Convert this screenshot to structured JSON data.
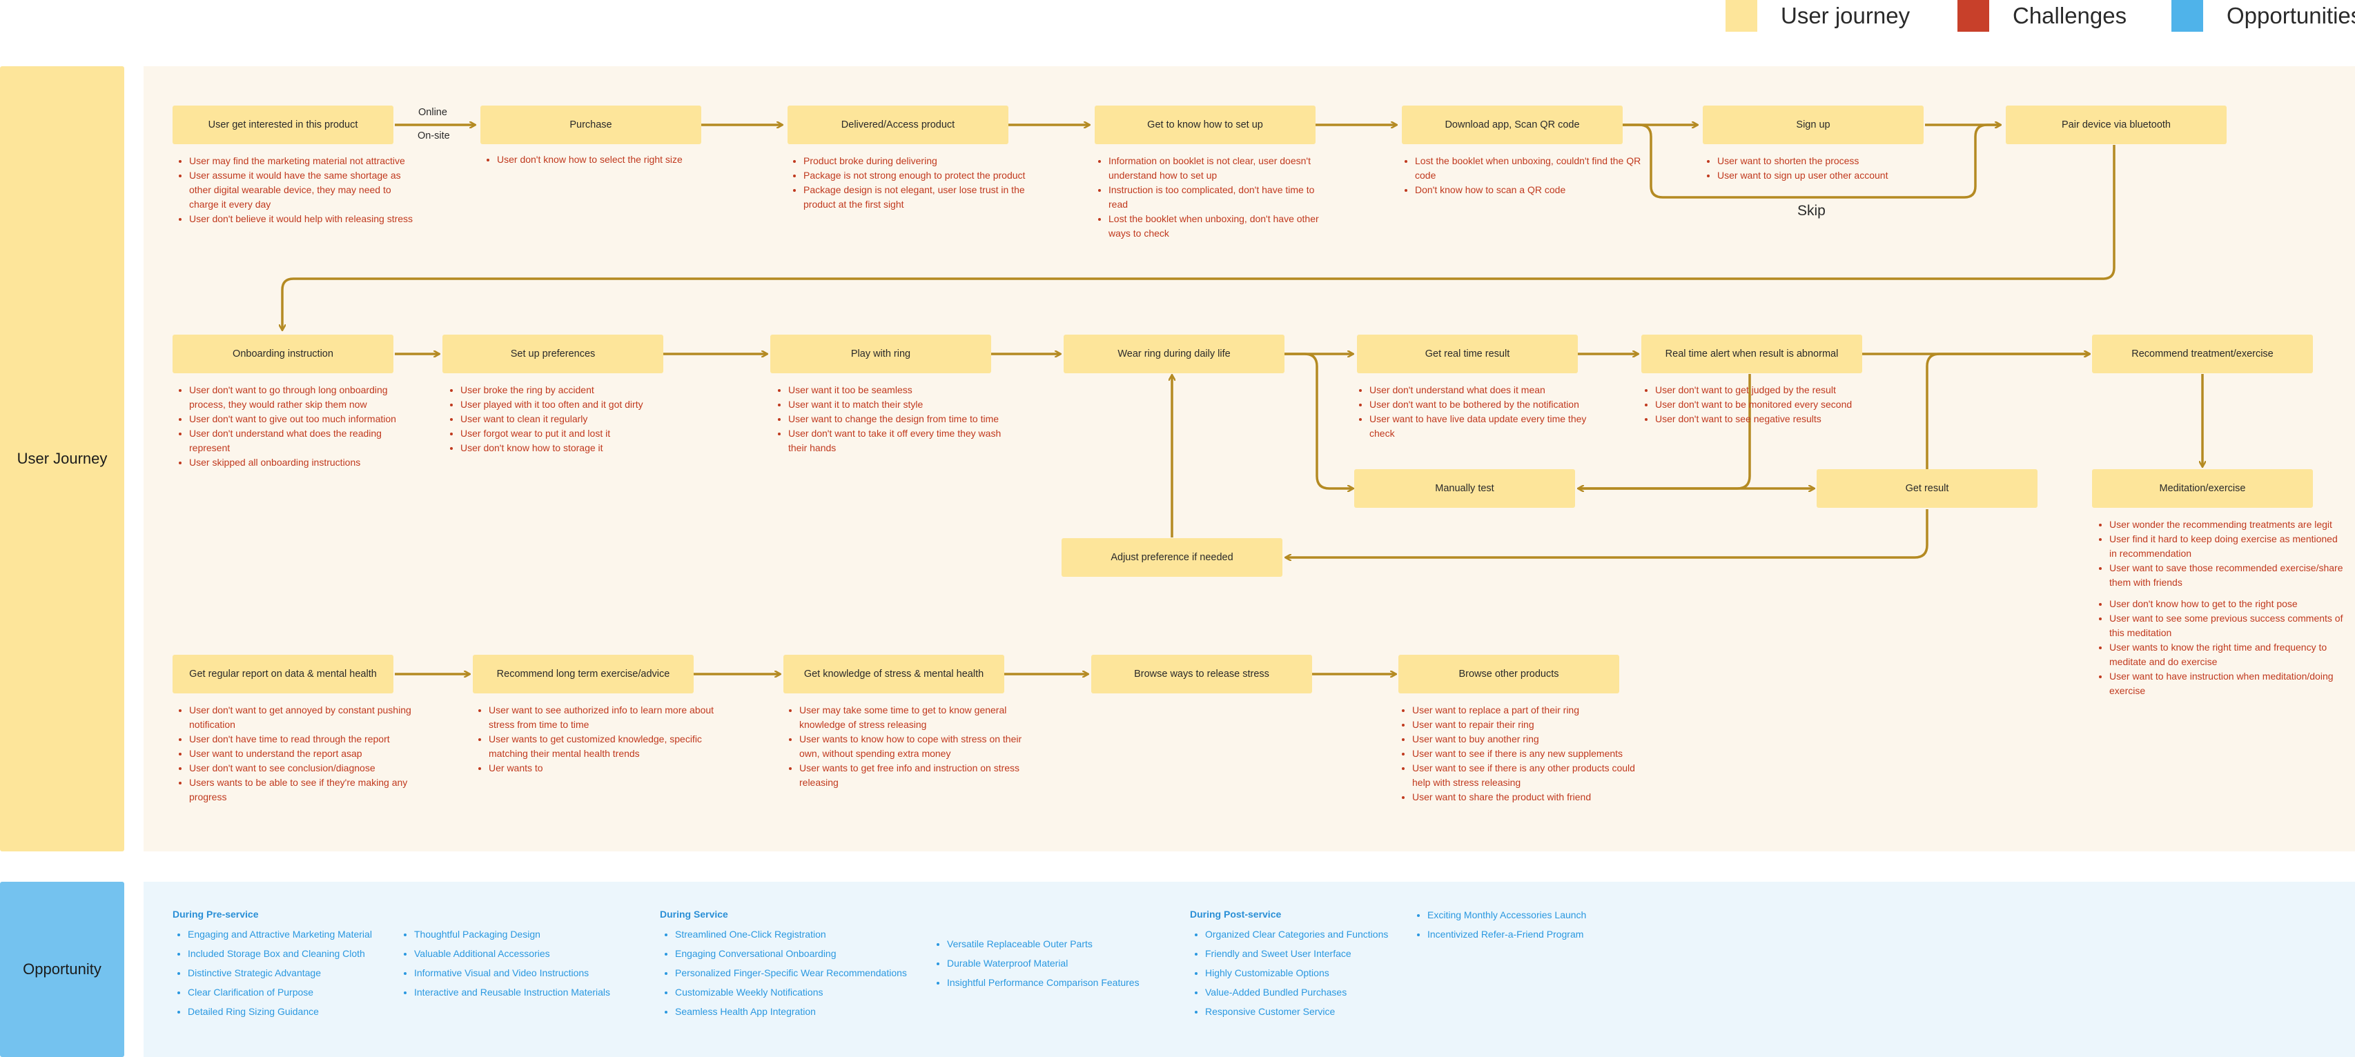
{
  "legend": [
    {
      "label": "User journey",
      "color": "#fde59a"
    },
    {
      "label": "Challenges",
      "color": "#c8402a"
    },
    {
      "label": "Opportunities",
      "color": "#4fb3ea"
    }
  ],
  "side_labels": {
    "journey": "User Journey",
    "opportunity": "Opportunity"
  },
  "colors": {
    "step": "#fde59a",
    "challenge": "#c0391e",
    "arrow": "#b48a22",
    "opportunity_text": "#2a98e0",
    "opportunity_heading": "#2a8fd6"
  },
  "steps": [
    {
      "label": "User get interested in this product",
      "challenges": [
        "User may find the marketing material not attractive",
        "User assume it would have the same shortage as other digital wearable device, they may need to charge it every day",
        "User don't believe it would help with releasing stress"
      ]
    },
    {
      "label": "Purchase",
      "challenges": [
        "User don't know how to select the right size"
      ]
    },
    {
      "label": "Delivered/Access product",
      "challenges": [
        "Product broke during delivering",
        "Package is not strong enough to protect the product",
        "Package design is not elegant, user lose trust in the product at the first sight"
      ]
    },
    {
      "label": "Get to know how to set up",
      "challenges": [
        "Information on booklet is not clear, user doesn't understand how to set up",
        "Instruction is too complicated, don't have time to read",
        "Lost the booklet when unboxing, don't have other ways to check"
      ]
    },
    {
      "label": "Download app, Scan QR code",
      "challenges": [
        "Lost the booklet when unboxing, couldn't find the QR code",
        "Don't know how to scan a QR code"
      ]
    },
    {
      "label": "Sign up",
      "challenges": [
        "User want to shorten the process",
        "User want to sign up user other account"
      ]
    },
    {
      "label": "Pair device via bluetooth",
      "challenges": []
    },
    {
      "label": "Onboarding instruction",
      "challenges": [
        "User don't want to go through long onboarding process, they would rather skip them now",
        "User don't want to give out too much information",
        "User don't understand what does the reading represent",
        "User skipped all onboarding instructions"
      ]
    },
    {
      "label": "Set up preferences",
      "challenges": [
        "User broke the ring by accident",
        "User played with it too often and it got dirty",
        "User want to clean it regularly",
        "User forgot wear to put it and lost it",
        "User don't know how to storage it"
      ]
    },
    {
      "label": "Play with ring",
      "challenges": [
        "User want it too be seamless",
        "User want it to match their style",
        "User want to change the design from time to time",
        "User don't want to take it off every time they wash their hands"
      ]
    },
    {
      "label": "Wear ring during daily life",
      "challenges": []
    },
    {
      "label": "Get real time result",
      "challenges": [
        "User don't understand what does it mean",
        "User don't want to be bothered by the notification",
        "User want to have live data update every time they check"
      ]
    },
    {
      "label": "Real time alert when result is abnormal",
      "challenges": [
        "User don't want to get judged by the result",
        "User don't want to be monitored every second",
        "User don't want to see negative results"
      ]
    },
    {
      "label": "Recommend treatment/exercise",
      "challenges": []
    },
    {
      "label": "Manually test",
      "challenges": []
    },
    {
      "label": "Get result",
      "challenges": []
    },
    {
      "label": "Adjust preference if needed",
      "challenges": []
    },
    {
      "label": "Meditation/exercise",
      "challenges": [
        "User wonder the recommending treatments are legit",
        "User find it hard to keep doing exercise as mentioned in recommendation",
        "User want to save those recommended exercise/share them with friends",
        "User don't know how to get to the right pose",
        "User want to see some previous success comments of this meditation",
        "User wants to know the right time and frequency to meditate and do exercise",
        "User want to have instruction when meditation/doing exercise"
      ]
    },
    {
      "label": "Get regular report on data & mental health",
      "challenges": [
        "User don't want to get annoyed by constant pushing notification",
        "User don't have time to read through the report",
        "User want to understand the report asap",
        "User don't want to see conclusion/diagnose",
        "Users wants to be able to see if they're making any  progress"
      ]
    },
    {
      "label": "Recommend long term exercise/advice",
      "challenges": [
        "User want to see authorized info to learn more about stress from time to time",
        "User wants to get customized knowledge, specific matching their mental health trends",
        "Uer wants to"
      ]
    },
    {
      "label": "Get knowledge of stress & mental health",
      "challenges": [
        "User may take some time to get to know general knowledge of stress releasing",
        "User wants to know how to cope with stress on their own, without spending extra money",
        "User wants to get free info and instruction on stress releasing"
      ]
    },
    {
      "label": "Browse ways to release stress",
      "challenges": []
    },
    {
      "label": "Browse other products",
      "challenges": [
        "User want to replace a part of their ring",
        "User want to repair their ring",
        "User want to buy another ring",
        "User want to see if there is any new supplements",
        "User want to see if there is any other products could help with stress releasing",
        "User want to share the product with friend"
      ]
    }
  ],
  "connector_labels": {
    "online": "Online",
    "onsite": "On-site",
    "skip": "Skip"
  },
  "opportunities": {
    "pre_service": {
      "title": "During Pre-service",
      "col1": [
        "Engaging and Attractive Marketing Material",
        "Included Storage Box and Cleaning Cloth",
        "Distinctive Strategic Advantage",
        "Clear Clarification of Purpose",
        "Detailed Ring Sizing Guidance"
      ],
      "col2": [
        "Thoughtful Packaging Design",
        "Valuable Additional Accessories",
        "Informative Visual and Video Instructions",
        "Interactive and Reusable Instruction Materials"
      ]
    },
    "service": {
      "title": "During Service",
      "col1": [
        "Streamlined One-Click Registration",
        "Engaging Conversational Onboarding",
        "Personalized Finger-Specific Wear Recommendations",
        "Customizable Weekly Notifications",
        "Seamless Health App Integration"
      ],
      "col2": [
        "Versatile Replaceable Outer Parts",
        "Durable Waterproof Material",
        "Insightful Performance Comparison Features"
      ]
    },
    "post_service": {
      "title": "During Post-service",
      "col1": [
        "Organized Clear Categories and Functions",
        "Friendly and Sweet User Interface",
        "Highly Customizable Options",
        "Value-Added Bundled Purchases",
        "Responsive Customer Service"
      ],
      "col2": [
        "Exciting Monthly Accessories Launch",
        "Incentivized Refer-a-Friend Program"
      ]
    }
  }
}
